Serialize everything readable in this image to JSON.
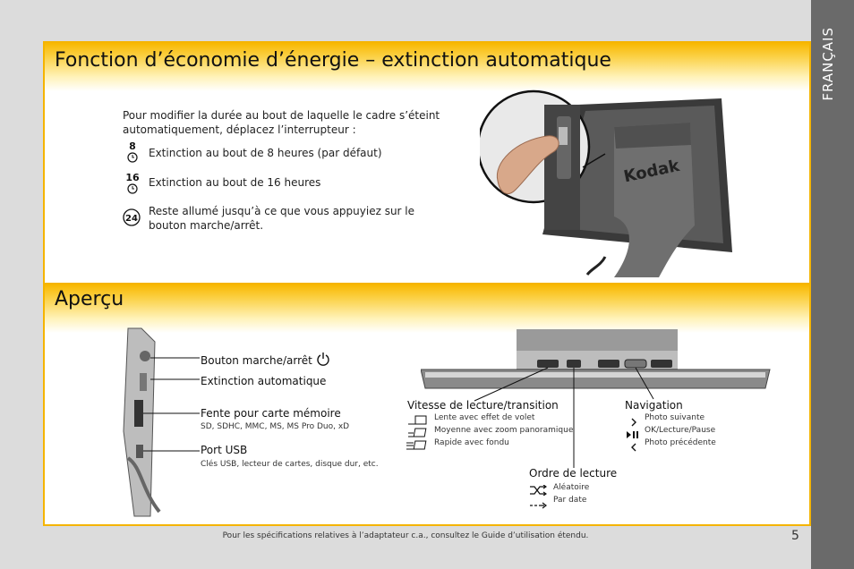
{
  "side_tab": "FRANÇAIS",
  "section1": {
    "title": "Fonction d’économie d’énergie – extinction automatique",
    "intro": "Pour modifier la durée au bout de laquelle le cadre s’éteint automatiquement, déplacez l’interrupteur :",
    "options": [
      {
        "icon_label": "8",
        "text": "Extinction au bout de 8 heures (par défaut)"
      },
      {
        "icon_label": "16",
        "text": "Extinction au bout de 16 heures"
      },
      {
        "icon_label": "24",
        "text": "Reste allumé jusqu’à ce que vous appuyiez sur le bouton marche/arrêt."
      }
    ],
    "brand_logo": "Kodak"
  },
  "section2": {
    "title": "Aperçu",
    "power_button": "Bouton marche/arrêt",
    "auto_off": "Extinction automatique",
    "card_slot": {
      "label": "Fente pour carte mémoire",
      "detail": "SD, SDHC, MMC, MS, MS Pro Duo, xD"
    },
    "usb": {
      "label": "Port USB",
      "detail": "Clés USB, lecteur de cartes, disque dur, etc."
    },
    "speed": {
      "label": "Vitesse de lecture/transition",
      "items": [
        "Lente avec effet de volet",
        "Moyenne avec zoom panoramique",
        "Rapide avec fondu"
      ]
    },
    "navigation": {
      "label": "Navigation",
      "items": [
        "Photo suivante",
        "OK/Lecture/Pause",
        "Photo précédente"
      ]
    },
    "order": {
      "label": "Ordre de lecture",
      "items": [
        "Aléatoire",
        "Par date"
      ]
    }
  },
  "footer": "Pour les spécifications relatives à l’adaptateur c.a., consultez le Guide d’utilisation étendu.",
  "page_number": "5",
  "colors": {
    "accent": "#f5b400",
    "side_tab": "#6a6a6a"
  }
}
